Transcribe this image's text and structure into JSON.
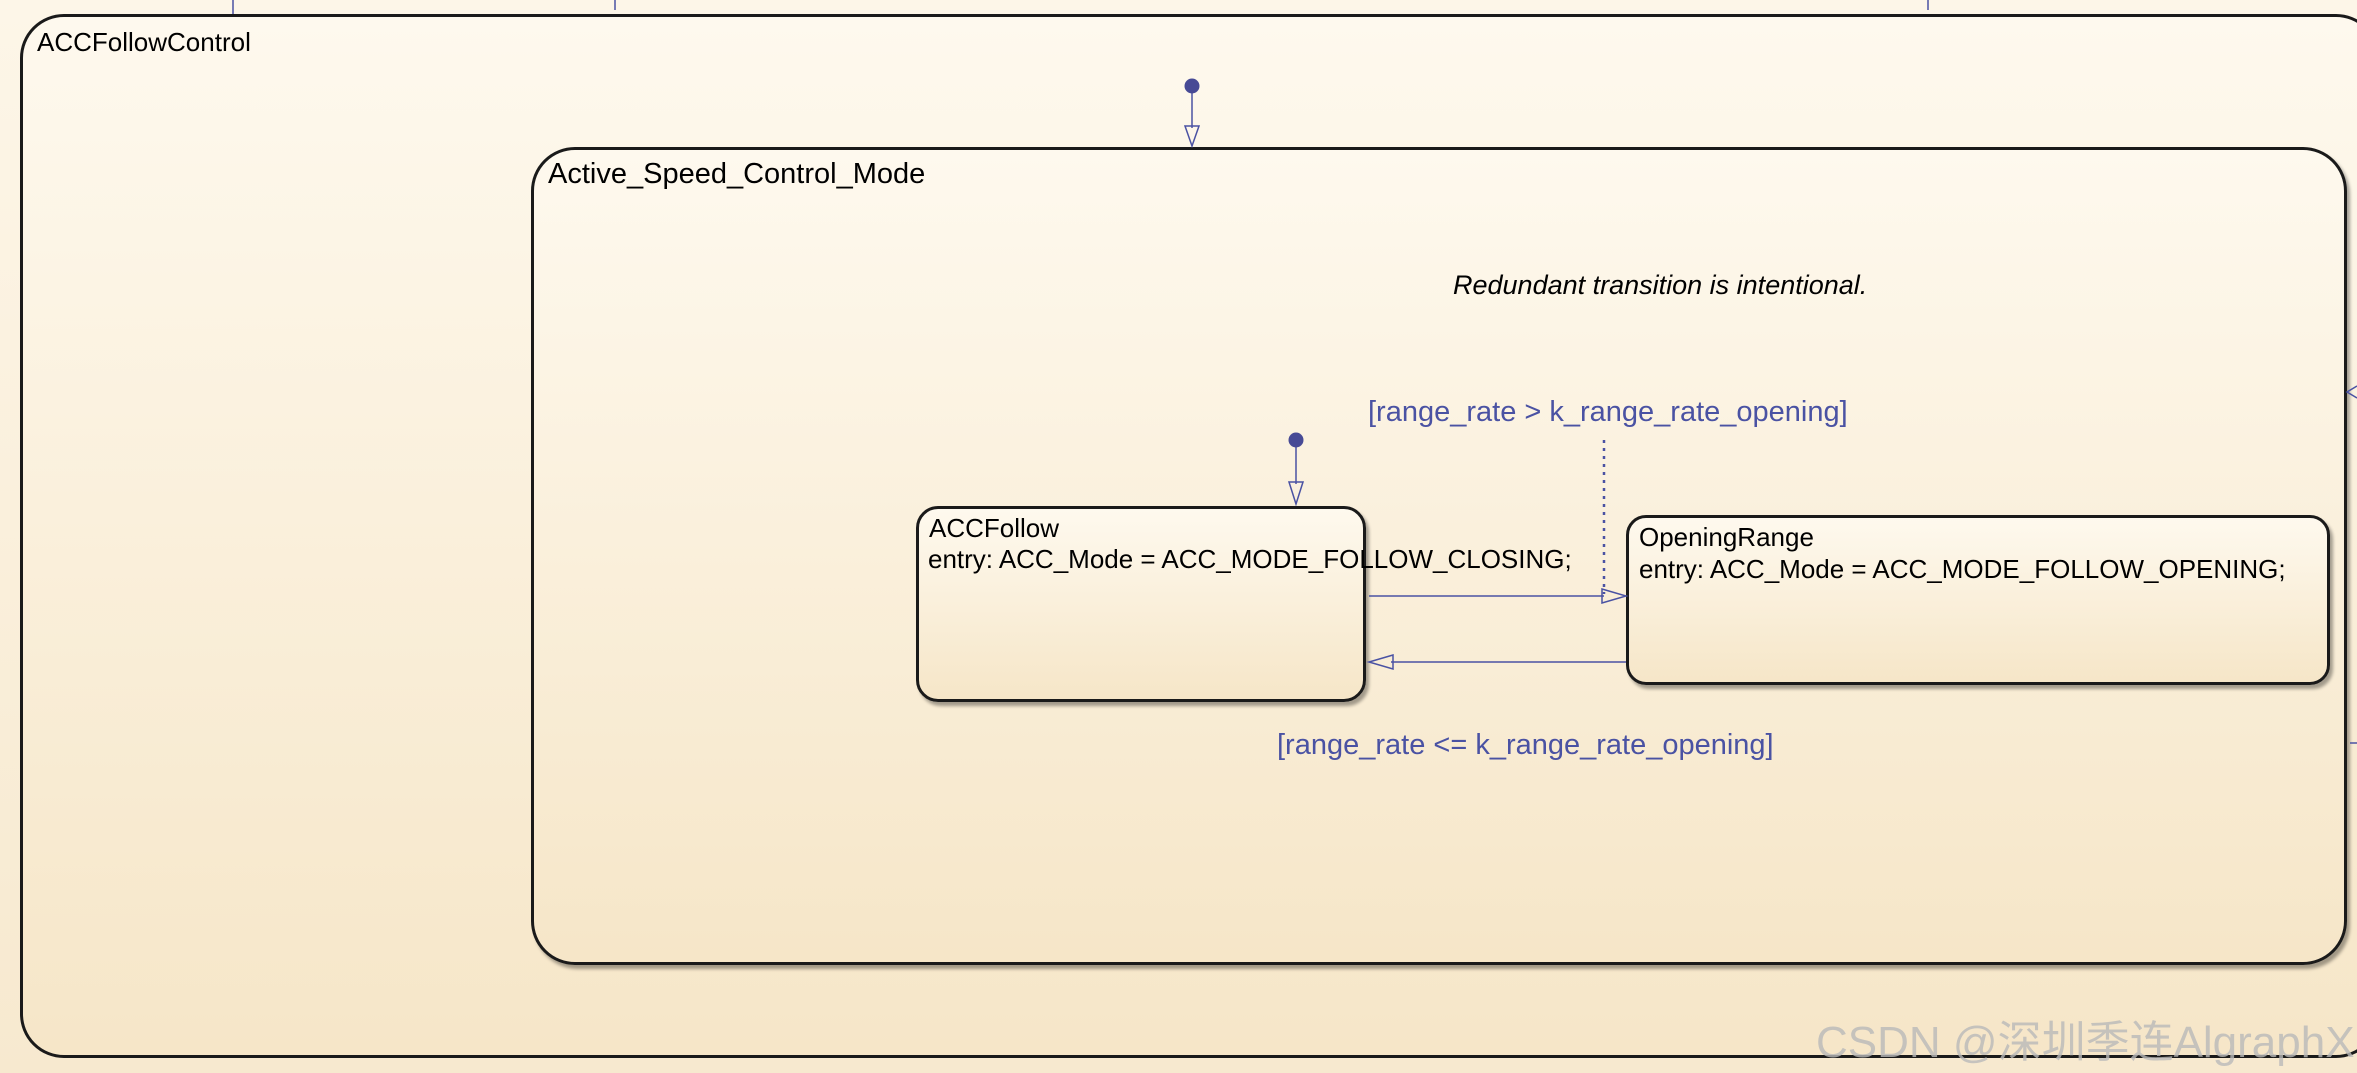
{
  "states": {
    "outer": {
      "title": "ACCFollowControl"
    },
    "active": {
      "title": "Active_Speed_Control_Mode"
    },
    "follow": {
      "title": "ACCFollow",
      "entry": "entry: ACC_Mode = ACC_MODE_FOLLOW_CLOSING;"
    },
    "opening": {
      "title": "OpeningRange",
      "entry": "entry: ACC_Mode = ACC_MODE_FOLLOW_OPENING;"
    }
  },
  "transitions": {
    "to_opening_guard": "[range_rate > k_range_rate_opening]",
    "to_follow_guard": "[range_rate <= k_range_rate_opening]"
  },
  "note": "Redundant transition is intentional.",
  "watermark": "CSDN @深圳季连AlgraphX",
  "colors": {
    "wire": "#4a52a3",
    "state_border": "#1a1a1a",
    "background": "#fbf0d9"
  }
}
